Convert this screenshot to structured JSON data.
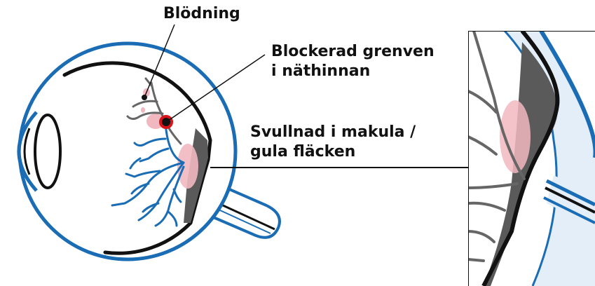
{
  "labels": {
    "bleeding": "Blödning",
    "blocked_vein_line1": "Blockerad grenven",
    "blocked_vein_line2": "i näthinnan",
    "macula_line1": "Svullnad i makula /",
    "macula_line2": "gula fläcken"
  },
  "colors": {
    "eye_outline": "#1a6db5",
    "retina_line": "#111111",
    "vessel_blue": "#1a6db5",
    "vessel_gray": "#666666",
    "swelling": "#f2b8c0",
    "macula_gray": "#5a5a5a",
    "blockage_red": "#d7141a",
    "zoom_fill": "#e3eef8"
  }
}
